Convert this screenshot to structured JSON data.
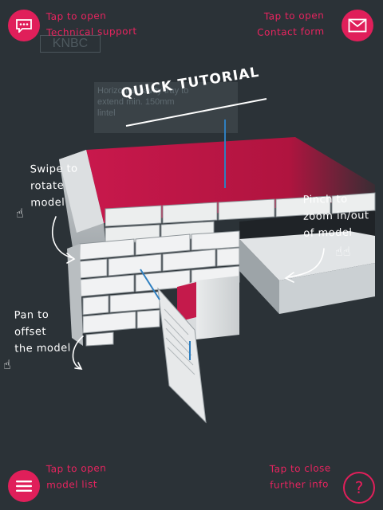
{
  "top_left": {
    "hint": "Tap to open\nTechnical support",
    "icon": "chat-bubble-icon"
  },
  "top_right": {
    "hint": "Tap to open\nContact form",
    "icon": "envelope-icon"
  },
  "bottom_left": {
    "hint": "Tap to open\nmodel list",
    "icon": "menu-icon"
  },
  "bottom_right": {
    "hint": "Tap to close\nfurther info",
    "icon": "help-icon",
    "glyph": "?"
  },
  "title": "QUICK TUTORIAL",
  "gestures": {
    "swipe": "Swipe to\nrotate\nmodel",
    "pinch": "Pinch to\nzoom in/out\nof model",
    "pan": "Pan to\noffset\nthe model"
  },
  "background": {
    "logo_text": "KNBC",
    "label_text": "Horizontal cavity tray to\nextend min. 150mm\nlintel"
  },
  "colors": {
    "accent": "#e01f5a",
    "background": "#2b3237",
    "tray": "#c8184c",
    "brick": "#eceeee"
  }
}
